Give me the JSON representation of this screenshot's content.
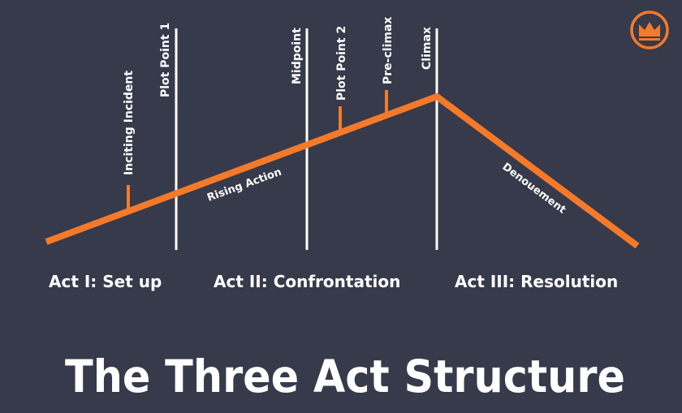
{
  "diagram": {
    "title": "The Three Act Structure",
    "colors": {
      "background": "#363a4b",
      "line": "#f47a2a",
      "text": "#ffffff"
    },
    "plot_labels": {
      "inciting_incident": "Inciting Incident",
      "plot_point_1": "Plot Point 1",
      "midpoint": "Midpoint",
      "plot_point_2": "Plot Point 2",
      "pre_climax": "Pre-climax",
      "climax": "Climax"
    },
    "segment_labels": {
      "rising_action": "Rising Action",
      "denouement": "Denouement"
    },
    "acts": {
      "act1": "Act I: Set up",
      "act2": "Act II: Confrontation",
      "act3": "Act III: Resolution"
    },
    "logo_icon": "crown-icon"
  }
}
